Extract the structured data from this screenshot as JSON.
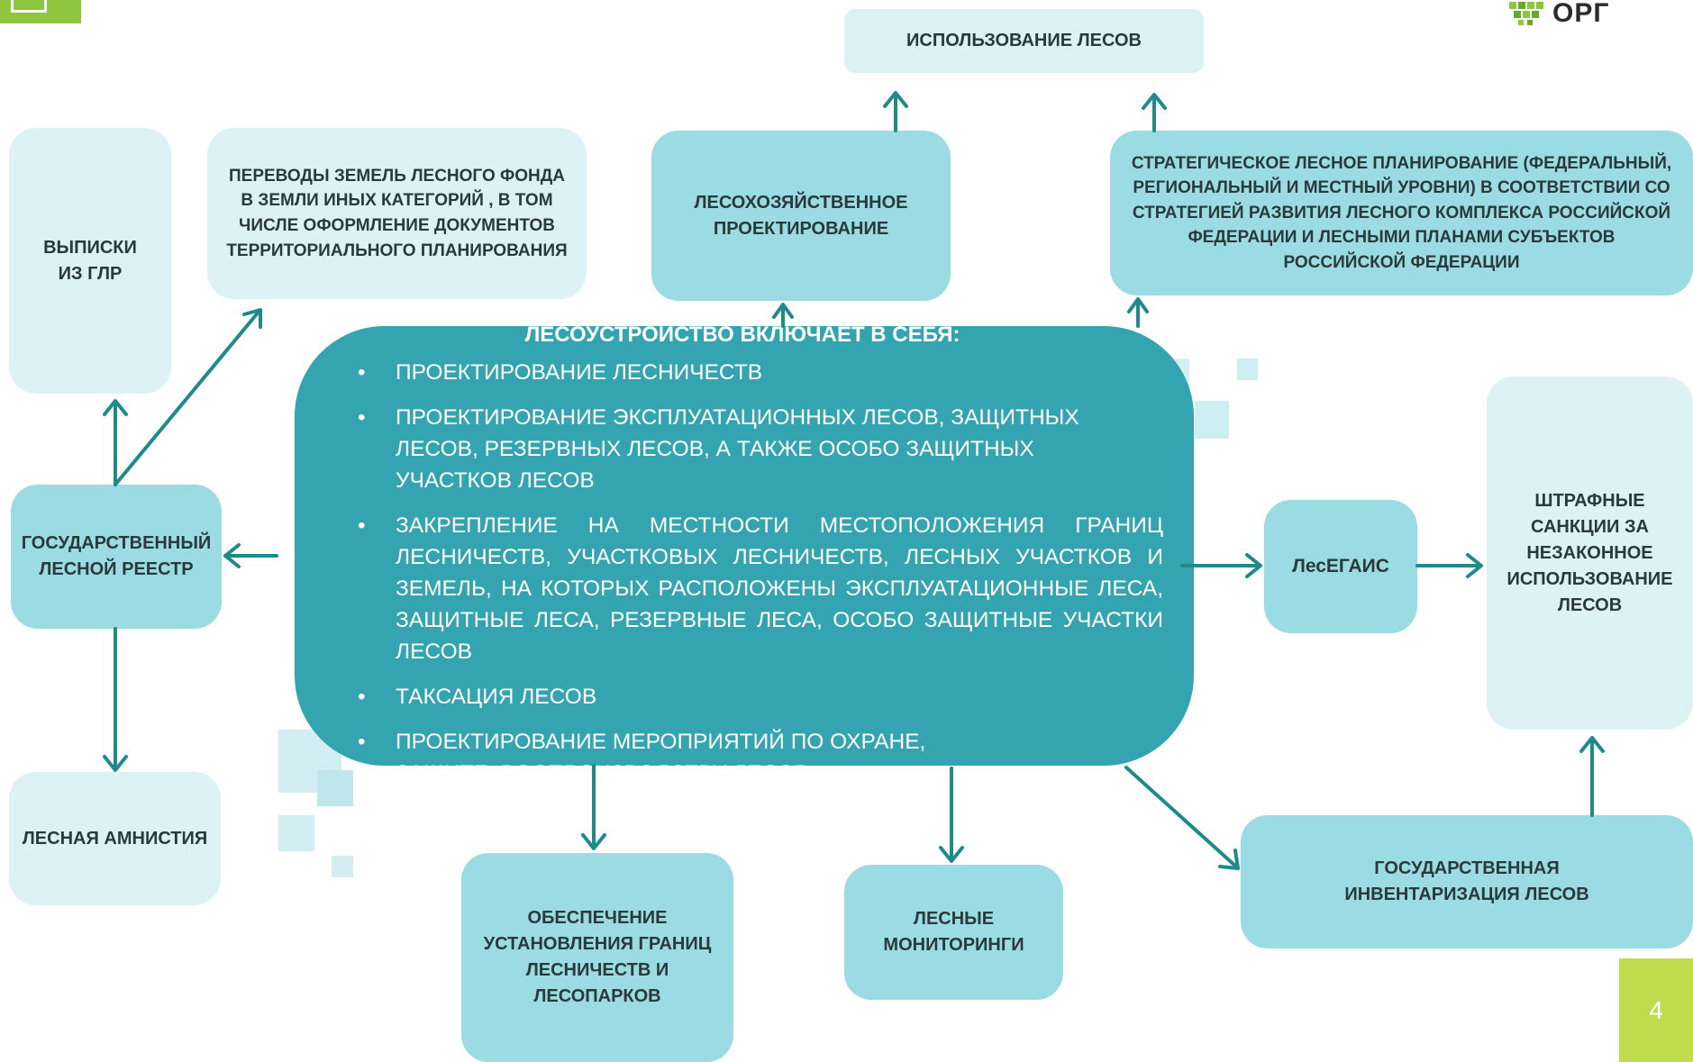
{
  "boxes": {
    "forest_use": "ИСПОЛЬЗОВАНИЕ ЛЕСОВ",
    "extracts": "ВЫПИСКИ\nИЗ ГЛР",
    "transfers": "ПЕРЕВОДЫ ЗЕМЕЛЬ ЛЕСНОГО ФОНДА\nВ ЗЕМЛИ ИНЫХ КАТЕГОРИЙ , В ТОМ\nЧИСЛЕ ОФОРМЛЕНИЕ ДОКУМЕНТОВ\nТЕРРИТОРИАЛЬНОГО ПЛАНИРОВАНИЯ",
    "forest_design": "ЛЕСОХОЗЯЙСТВЕННОЕ\nПРОЕКТИРОВАНИЕ",
    "strategic": "СТРАТЕГИЧЕСКОЕ ЛЕСНОЕ ПЛАНИРОВАНИЕ (ФЕДЕРАЛЬНЫЙ,\nРЕГИОНАЛЬНЫЙ И МЕСТНЫЙ УРОВНИ) В СООТВЕТСТВИИ СО\nСТРАТЕГИЕЙ РАЗВИТИЯ ЛЕСНОГО КОМПЛЕКСА РОССИЙСКОЙ\nФЕДЕРАЦИИ И ЛЕСНЫМИ ПЛАНАМИ СУБЪЕКТОВ\nРОССИЙСКОЙ ФЕДЕРАЦИИ",
    "registry": "ГОСУДАРСТВЕННЫЙ\nЛЕСНОЙ РЕЕСТР",
    "amnesty": "ЛЕСНАЯ АМНИСТИЯ",
    "boundaries": "ОБЕСПЕЧЕНИЕ\nУСТАНОВЛЕНИЯ ГРАНИЦ\nЛЕСНИЧЕСТВ И\nЛЕСОПАРКОВ",
    "monitoring": "ЛЕСНЫЕ\nМОНИТОРИНГИ",
    "egais": "ЛесЕГАИС",
    "penalties": "ШТРАФНЫЕ\nСАНКЦИИ ЗА\nНЕЗАКОННОЕ\nИСПОЛЬЗОВАНИЕ\nЛЕСОВ",
    "inventory": "ГОСУДАРСТВЕННАЯ\nИНВЕНТАРИЗАЦИЯ ЛЕСОВ"
  },
  "central": {
    "title": "ЛЕСОУСТРОЙСТВО ВКЛЮЧАЕТ В СЕБЯ:",
    "bullet": "•",
    "items": [
      "ПРОЕКТИРОВАНИЕ ЛЕСНИЧЕСТВ",
      "ПРОЕКТИРОВАНИЕ ЭКСПЛУАТАЦИОННЫХ ЛЕСОВ, ЗАЩИТНЫХ ЛЕСОВ, РЕЗЕРВНЫХ ЛЕСОВ, А ТАКЖЕ ОСОБО ЗАЩИТНЫХ УЧАСТКОВ ЛЕСОВ",
      "ЗАКРЕПЛЕНИЕ НА МЕСТНОСТИ МЕСТОПОЛОЖЕНИЯ ГРАНИЦ ЛЕСНИЧЕСТВ, УЧАСТКОВЫХ ЛЕСНИЧЕСТВ, ЛЕСНЫХ УЧАСТКОВ И ЗЕМЕЛЬ, НА КОТОРЫХ РАСПОЛОЖЕНЫ ЭКСПЛУАТАЦИОННЫЕ ЛЕСА, ЗАЩИТНЫЕ ЛЕСА, РЕЗЕРВНЫЕ ЛЕСА, ОСОБО ЗАЩИТНЫЕ УЧАСТКИ ЛЕСОВ",
      "ТАКСАЦИЯ ЛЕСОВ",
      "ПРОЕКТИРОВАНИЕ МЕРОПРИЯТИЙ ПО ОХРАНЕ, ЗАЩИТЕ, ВОСПРОИЗВОДСТВУ ЛЕСОВ"
    ]
  },
  "logo_text": "ОРГ",
  "page_number": "4",
  "colors": {
    "arrow": "#1f8a8a",
    "central": "#34a4b0",
    "box_mid": "#9bdbe3",
    "box_pale": "#ddf2f5",
    "page_badge": "#bfdc4c"
  }
}
